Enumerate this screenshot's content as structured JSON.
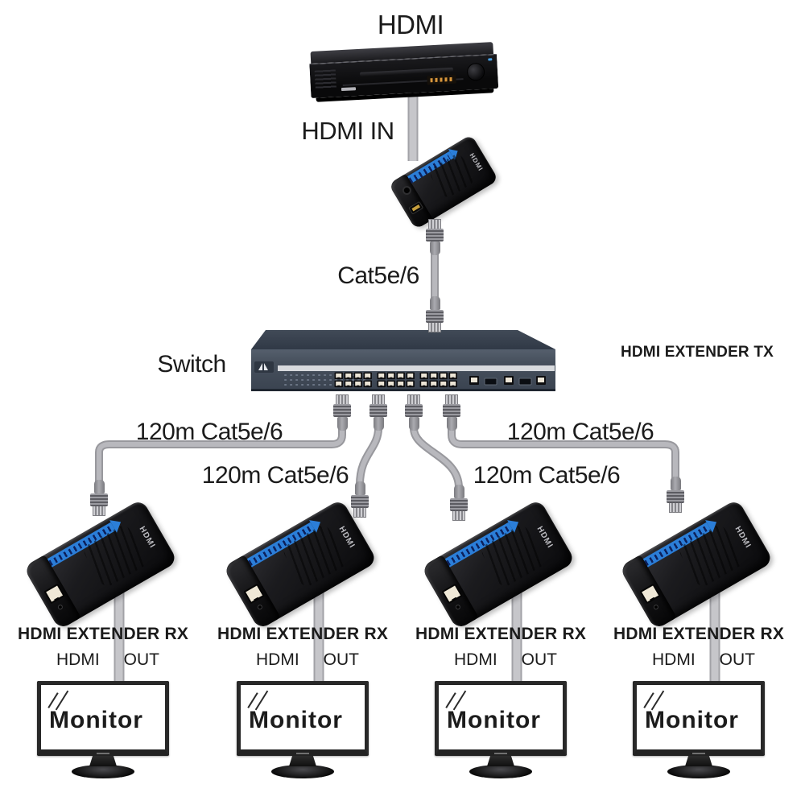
{
  "diagram_labels": {
    "source": "HDMI",
    "hdmi_in": "HDMI IN",
    "cat5": "Cat5e/6",
    "switch": "Switch",
    "extender_tx": "HDMI EXTENDER TX",
    "device_side_marking": "HDMI"
  },
  "branches": [
    {
      "cable_label": "120m Cat5e/6",
      "rx_label": "HDMI EXTENDER RX",
      "out_word1": "HDMI",
      "out_word2": "OUT",
      "monitor_label": "Monitor"
    },
    {
      "cable_label": "120m Cat5e/6",
      "rx_label": "HDMI EXTENDER RX",
      "out_word1": "HDMI",
      "out_word2": "OUT",
      "monitor_label": "Monitor"
    },
    {
      "cable_label": "120m Cat5e/6",
      "rx_label": "HDMI EXTENDER RX",
      "out_word1": "HDMI",
      "out_word2": "OUT",
      "monitor_label": "Monitor"
    },
    {
      "cable_label": "120m Cat5e/6",
      "rx_label": "HDMI EXTENDER RX",
      "out_word1": "HDMI",
      "out_word2": "OUT",
      "monitor_label": "Monitor"
    }
  ],
  "colors": {
    "accent_blue": "#2b7ed8",
    "cable_gray": "#a6a6aa",
    "switch_front": "#47505d",
    "switch_top": "#39414c",
    "switch_stripe": "#d8dade",
    "port_ivory": "#ece5d6",
    "device_black": "#141414",
    "display_amber": "#d8963c",
    "text_black": "#1b1b1b",
    "background": "#ffffff"
  }
}
